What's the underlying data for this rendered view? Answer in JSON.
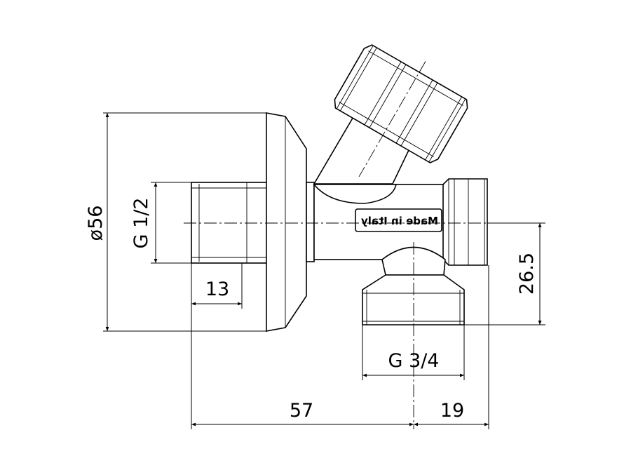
{
  "drawing": {
    "marking": "Made in Italy",
    "dimensions": {
      "flange_diameter": "ø56",
      "inlet_thread": "G 1/2",
      "inlet_thread_length": "13",
      "outlet_offset": "26.5",
      "outlet_thread": "G 3/4",
      "length_to_outlet": "57",
      "outlet_to_end": "19"
    }
  }
}
